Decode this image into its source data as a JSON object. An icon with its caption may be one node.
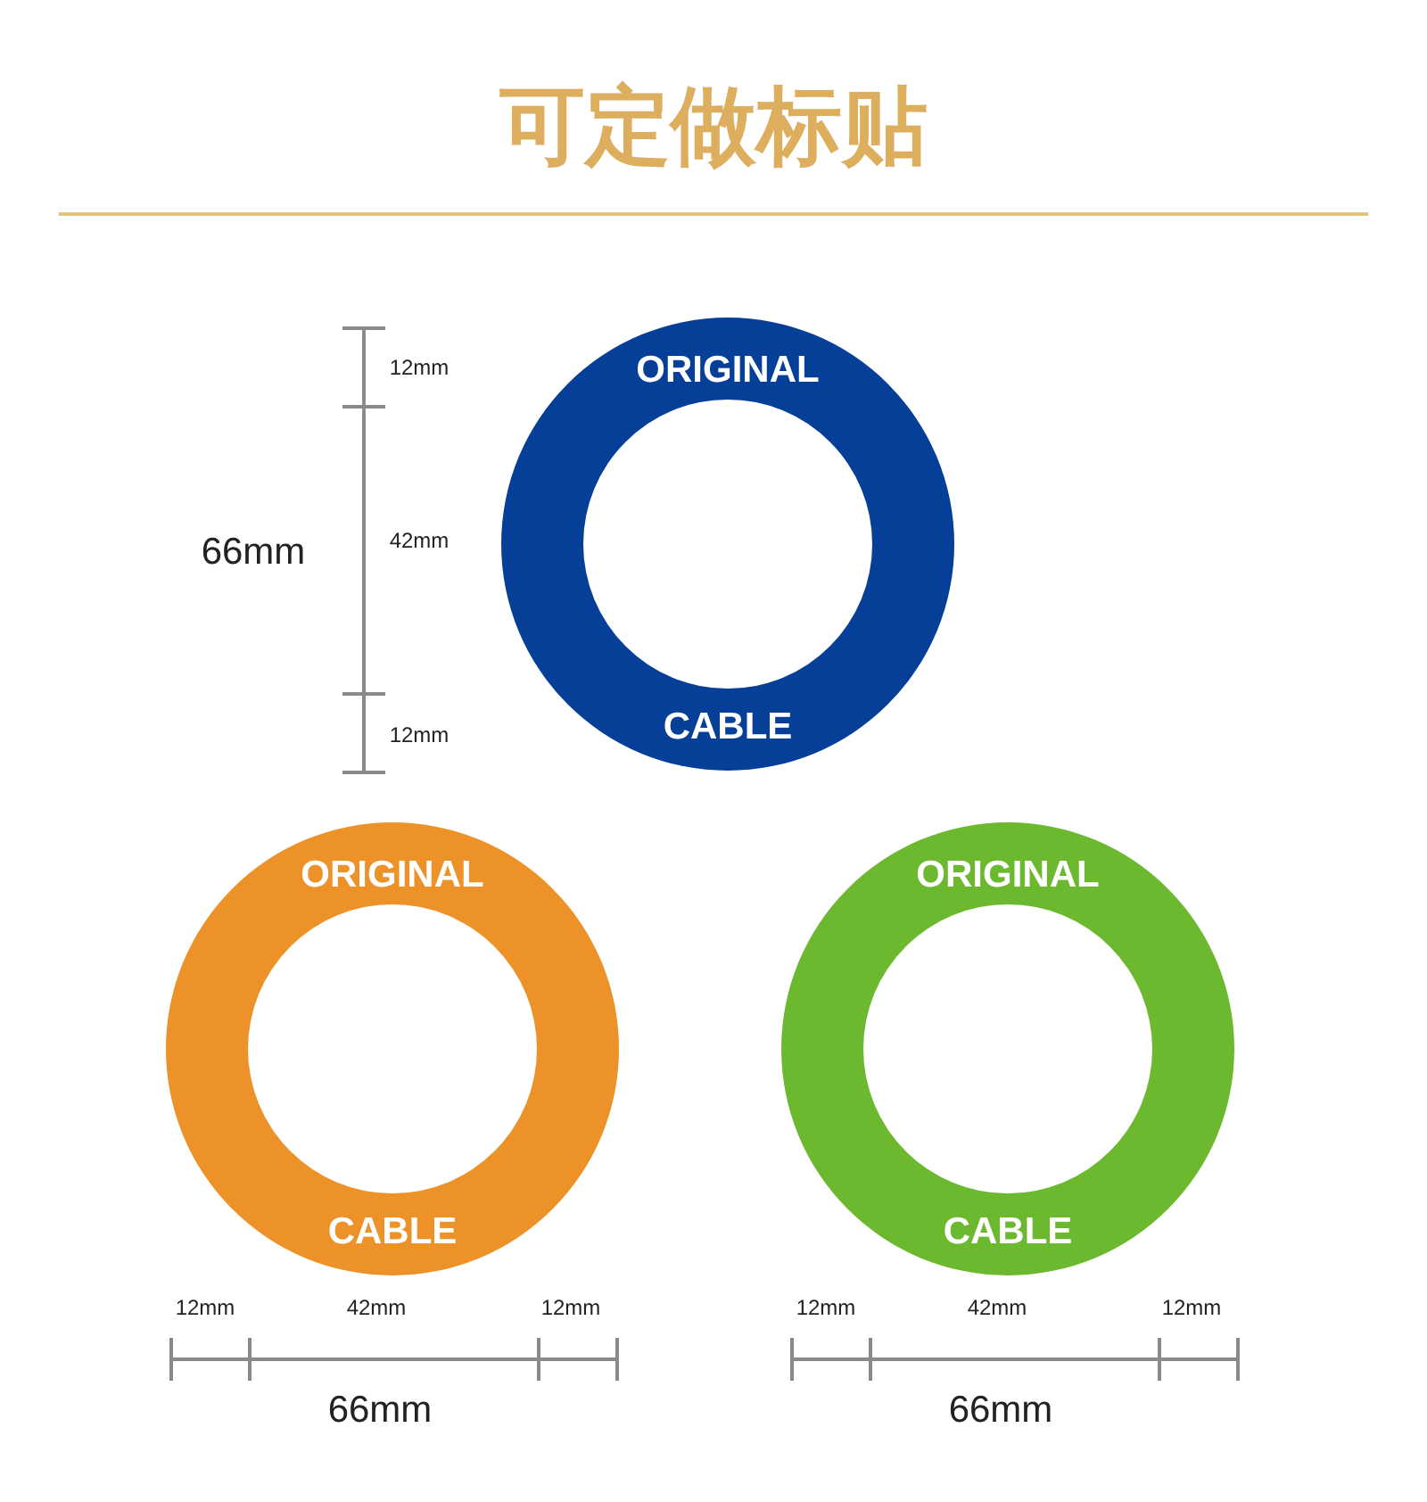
{
  "diagram": {
    "title": "可定做标贴",
    "nodes": [
      {
        "text": [
          "ORIGINAL",
          "CABLE"
        ]
      },
      {
        "text": [
          "ORIGINAL",
          "CABLE"
        ]
      },
      {
        "text": [
          "ORIGINAL",
          "CABLE"
        ]
      }
    ],
    "labels": [
      "12mm",
      "66mm",
      "42mm",
      "12mm",
      "12mm",
      "42mm",
      "12mm",
      "12mm",
      "42mm",
      "12mm",
      "66mm",
      "66mm"
    ]
  }
}
